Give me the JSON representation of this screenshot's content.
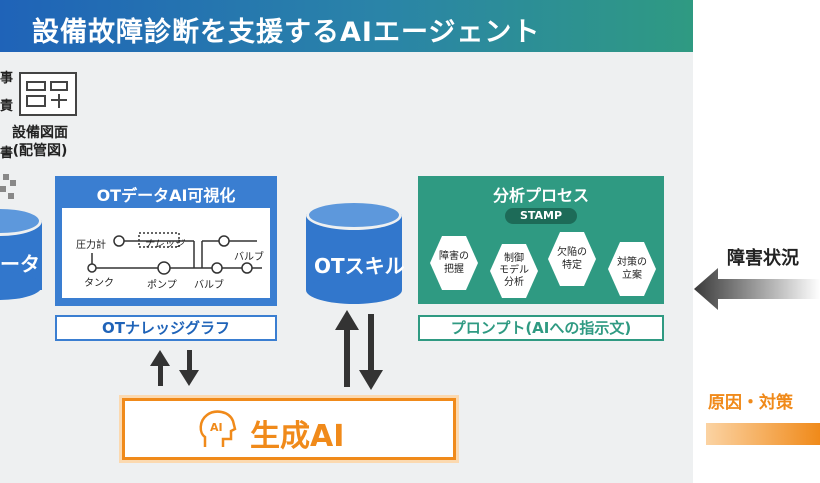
{
  "header": {
    "title": "設備故障診断を支援するAIエージェント"
  },
  "left_fragments": {
    "line1": "事",
    "line2": "責",
    "line3": "書"
  },
  "drawing": {
    "label_line1": "設備図面",
    "label_line2": "(配管図)"
  },
  "left_db": {
    "label": "ータ"
  },
  "ot_visualization": {
    "title": "OTデータAI可視化",
    "labels": {
      "pressure": "圧力計",
      "knowledge": "ナレッジ",
      "tank": "タンク",
      "pump": "ポンプ",
      "valve1": "バルブ",
      "valve2": "バルブ"
    }
  },
  "knowledge_graph": {
    "label": "OTナレッジグラフ"
  },
  "ot_skill": {
    "label": "OTスキル"
  },
  "analysis": {
    "title": "分析プロセス",
    "badge": "STAMP",
    "steps": [
      {
        "line1": "障害の",
        "line2": "把握",
        "line3": ""
      },
      {
        "line1": "制御",
        "line2": "モデル",
        "line3": "分析"
      },
      {
        "line1": "欠陥の",
        "line2": "特定",
        "line3": ""
      },
      {
        "line1": "対策の",
        "line2": "立案",
        "line3": ""
      }
    ]
  },
  "prompt": {
    "label": "プロンプト(AIへの指示文)"
  },
  "generative_ai": {
    "icon_text": "AI",
    "label": "生成AI"
  },
  "right": {
    "status": "障害状況",
    "result": "原因・対策"
  },
  "colors": {
    "blue": "#3277cc",
    "teal": "#2f9a82",
    "orange": "#f08a1a"
  }
}
